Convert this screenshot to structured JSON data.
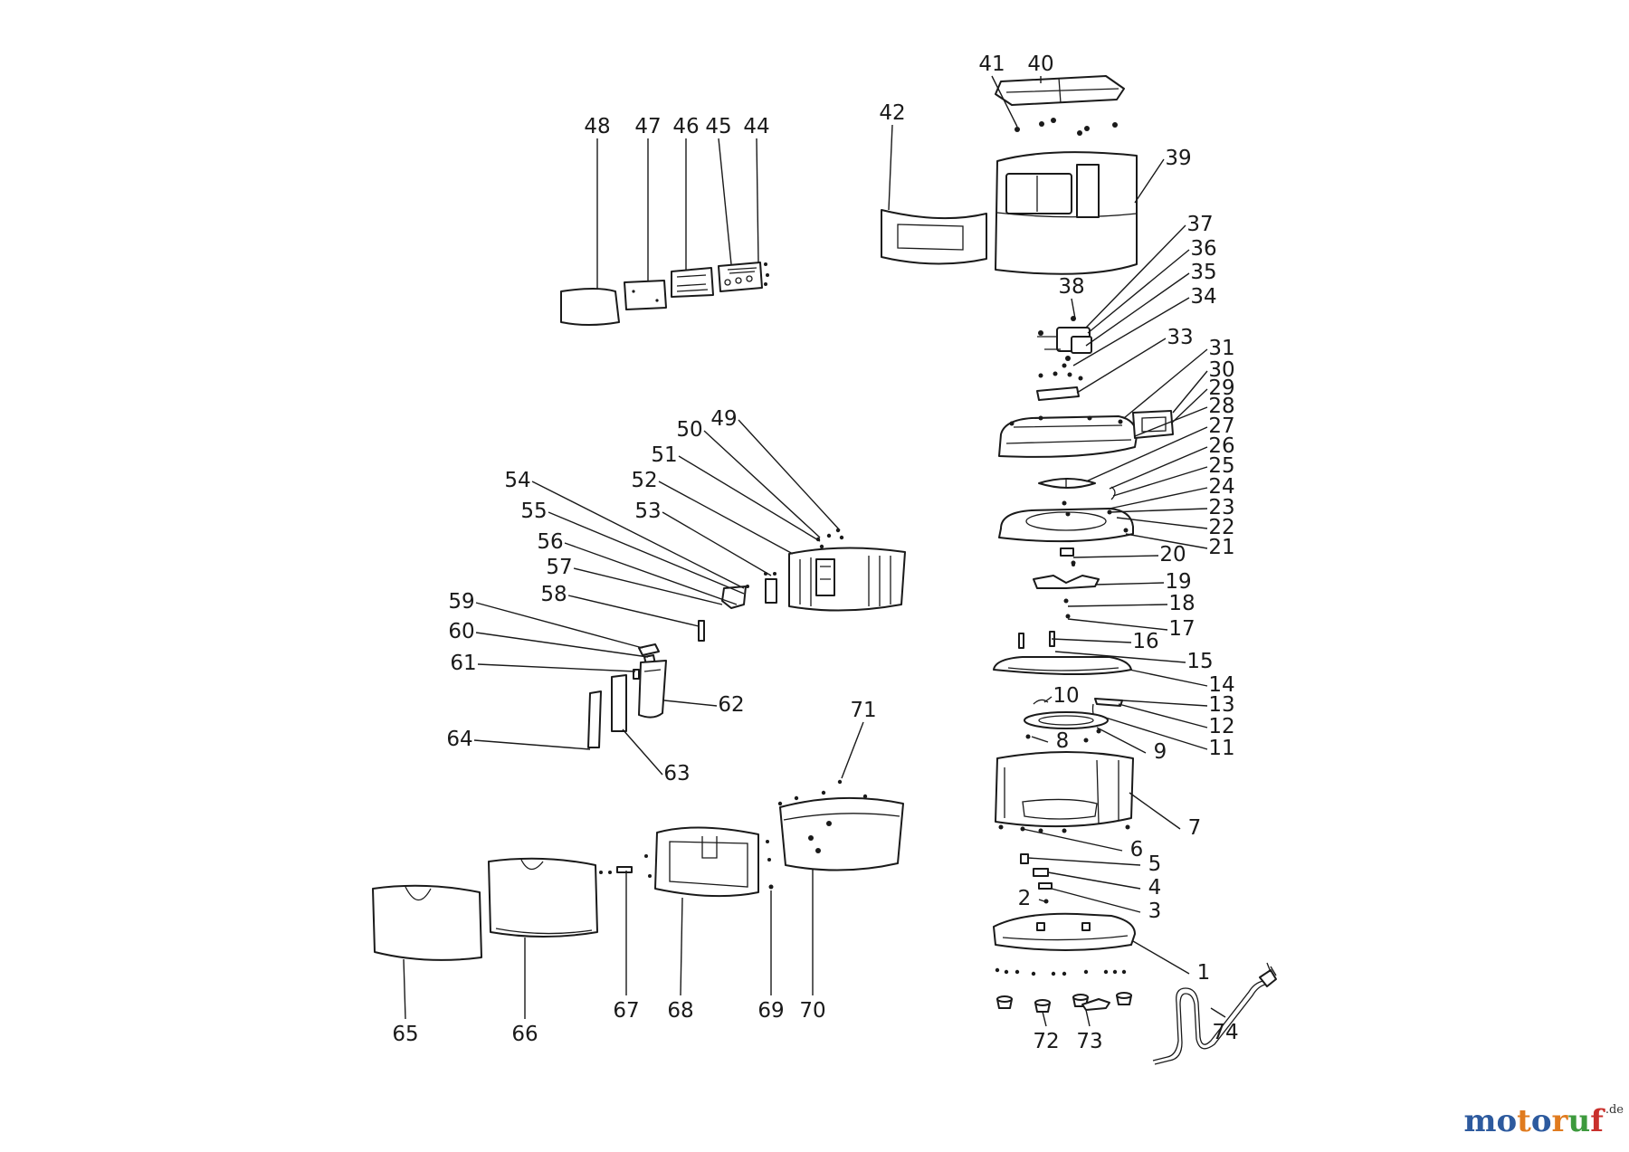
{
  "labels": [
    {
      "id": "41",
      "n": "41"
    },
    {
      "id": "40",
      "n": "40"
    },
    {
      "id": "42",
      "n": "42"
    },
    {
      "id": "39",
      "n": "39"
    },
    {
      "id": "48",
      "n": "48"
    },
    {
      "id": "47",
      "n": "47"
    },
    {
      "id": "46",
      "n": "46"
    },
    {
      "id": "45",
      "n": "45"
    },
    {
      "id": "44",
      "n": "44"
    },
    {
      "id": "37",
      "n": "37"
    },
    {
      "id": "36",
      "n": "36"
    },
    {
      "id": "35",
      "n": "35"
    },
    {
      "id": "34",
      "n": "34"
    },
    {
      "id": "38",
      "n": "38"
    },
    {
      "id": "33",
      "n": "33"
    },
    {
      "id": "31",
      "n": "31"
    },
    {
      "id": "30",
      "n": "30"
    },
    {
      "id": "29",
      "n": "29"
    },
    {
      "id": "28",
      "n": "28"
    },
    {
      "id": "27",
      "n": "27"
    },
    {
      "id": "26",
      "n": "26"
    },
    {
      "id": "25",
      "n": "25"
    },
    {
      "id": "24",
      "n": "24"
    },
    {
      "id": "23",
      "n": "23"
    },
    {
      "id": "22",
      "n": "22"
    },
    {
      "id": "21",
      "n": "21"
    },
    {
      "id": "20",
      "n": "20"
    },
    {
      "id": "19",
      "n": "19"
    },
    {
      "id": "18",
      "n": "18"
    },
    {
      "id": "17",
      "n": "17"
    },
    {
      "id": "16",
      "n": "16"
    },
    {
      "id": "15",
      "n": "15"
    },
    {
      "id": "14",
      "n": "14"
    },
    {
      "id": "13",
      "n": "13"
    },
    {
      "id": "12",
      "n": "12"
    },
    {
      "id": "11",
      "n": "11"
    },
    {
      "id": "10",
      "n": "10"
    },
    {
      "id": "9",
      "n": "9"
    },
    {
      "id": "8",
      "n": "8"
    },
    {
      "id": "7",
      "n": "7"
    },
    {
      "id": "6",
      "n": "6"
    },
    {
      "id": "5",
      "n": "5"
    },
    {
      "id": "4",
      "n": "4"
    },
    {
      "id": "3",
      "n": "3"
    },
    {
      "id": "2",
      "n": "2"
    },
    {
      "id": "1",
      "n": "1"
    },
    {
      "id": "72",
      "n": "72"
    },
    {
      "id": "73",
      "n": "73"
    },
    {
      "id": "74",
      "n": "74"
    },
    {
      "id": "50",
      "n": "50"
    },
    {
      "id": "49",
      "n": "49"
    },
    {
      "id": "51",
      "n": "51"
    },
    {
      "id": "52",
      "n": "52"
    },
    {
      "id": "54",
      "n": "54"
    },
    {
      "id": "53",
      "n": "53"
    },
    {
      "id": "55",
      "n": "55"
    },
    {
      "id": "56",
      "n": "56"
    },
    {
      "id": "57",
      "n": "57"
    },
    {
      "id": "58",
      "n": "58"
    },
    {
      "id": "59",
      "n": "59"
    },
    {
      "id": "60",
      "n": "60"
    },
    {
      "id": "61",
      "n": "61"
    },
    {
      "id": "62",
      "n": "62"
    },
    {
      "id": "64",
      "n": "64"
    },
    {
      "id": "63",
      "n": "63"
    },
    {
      "id": "71",
      "n": "71"
    },
    {
      "id": "65",
      "n": "65"
    },
    {
      "id": "66",
      "n": "66"
    },
    {
      "id": "67",
      "n": "67"
    },
    {
      "id": "68",
      "n": "68"
    },
    {
      "id": "69",
      "n": "69"
    },
    {
      "id": "70",
      "n": "70"
    }
  ],
  "watermark": {
    "letters": [
      "m",
      "o",
      "t",
      "o",
      "r",
      "u",
      "f"
    ],
    "colors": [
      "#2d5a9e",
      "#2d5a9e",
      "#e07b1f",
      "#2d5a9e",
      "#e07b1f",
      "#3d9a3d",
      "#c9302c"
    ],
    "suffix": ".de"
  }
}
